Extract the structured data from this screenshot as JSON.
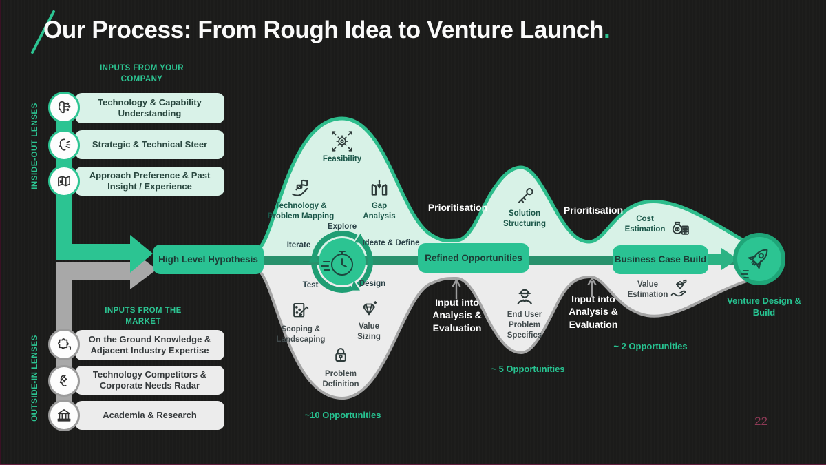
{
  "slide": {
    "title": "Our Process: From Rough Idea to Venture Launch",
    "title_period": ".",
    "page_number": "22",
    "accent_color": "#2CC492",
    "mint_color": "#D9F2E8",
    "gray_color": "#ECECEC",
    "background_color": "#1B1B1A"
  },
  "lenses": {
    "inside_out": "INSIDE-OUT LENSES",
    "outside_in": "OUTSIDE-IN LENSES"
  },
  "company_inputs": {
    "header": "INPUTS FROM YOUR COMPANY",
    "items": [
      {
        "icon": "brain-circuit-icon",
        "label": "Technology & Capability Understanding"
      },
      {
        "icon": "head-speech-icon",
        "label": "Strategic & Technical Steer"
      },
      {
        "icon": "map-icon",
        "label": "Approach Preference & Past Insight / Experience"
      }
    ]
  },
  "market_inputs": {
    "header": "INPUTS FROM THE MARKET",
    "items": [
      {
        "icon": "puzzle-icon",
        "label": "On the Ground Knowledge & Adjacent Industry Expertise"
      },
      {
        "icon": "head-radar-icon",
        "label": "Technology Competitors & Corporate Needs Radar"
      },
      {
        "icon": "academia-icon",
        "label": "Academia & Research"
      }
    ]
  },
  "stages": {
    "hypothesis": "High Level Hypothesis",
    "refined": "Refined Opportunities",
    "business": "Business Case Build"
  },
  "phase1": {
    "feasibility": "Feasibility",
    "tech_mapping": "Technology & Problem Mapping",
    "gap_analysis": "Gap Analysis",
    "cycle": {
      "explore": "Explore",
      "iterate": "Iterate",
      "ideate": "Ideate & Define",
      "test": "Test",
      "design": "Design"
    },
    "scoping": "Scoping & Landscaping",
    "value_sizing": "Value Sizing",
    "problem_definition": "Problem Definition",
    "opportunities": "~10 Opportunities"
  },
  "phase2": {
    "prioritisation": "Prioritisation",
    "input_analysis": "Input into Analysis & Evaluation",
    "solution_structuring": "Solution Structuring",
    "end_user": "End User Problem Specifics",
    "opportunities": "~ 5 Opportunities"
  },
  "phase3": {
    "prioritisation": "Prioritisation",
    "input_analysis": "Input into Analysis & Evaluation",
    "cost_estimation": "Cost Estimation",
    "value_estimation": "Value Estimation",
    "opportunities": "~ 2 Opportunities"
  },
  "launch": {
    "venture": "Venture Design & Build"
  }
}
